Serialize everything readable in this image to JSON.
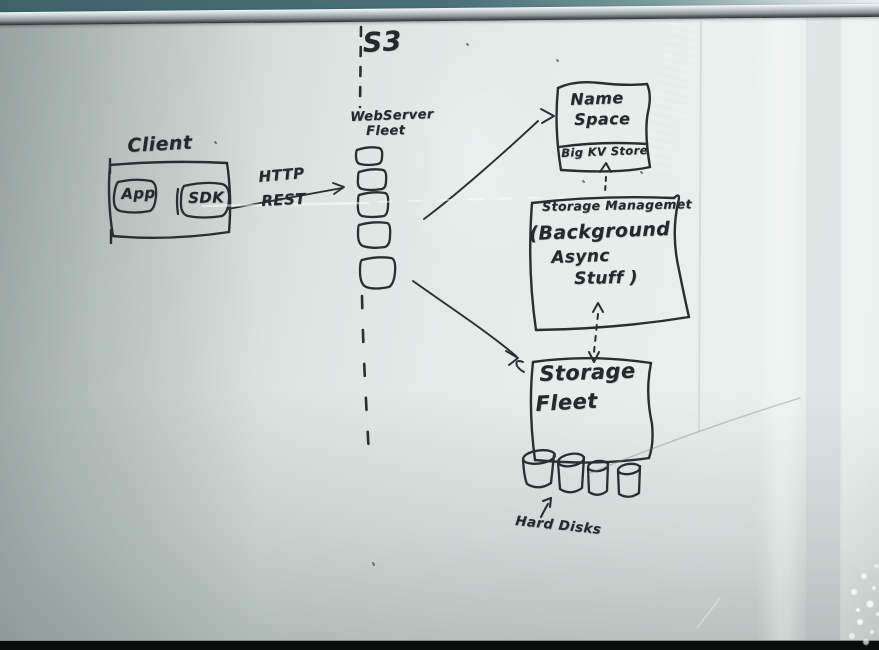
{
  "board": {
    "title": "S3",
    "client": {
      "label": "Client",
      "app": "App",
      "sdk": "SDK"
    },
    "link": {
      "http": "HTTP",
      "rest": "REST"
    },
    "webserver_fleet": {
      "name_line1": "WebServer",
      "name_line2": "Fleet",
      "server_count": 5
    },
    "name_space": {
      "name_line1": "Name",
      "name_line2": "Space",
      "store_note": "Big KV Store"
    },
    "storage_management": {
      "title": "Storage Managemet",
      "note_line1": "(Background",
      "note_line2": "Async",
      "note_line3": "Stuff )"
    },
    "storage_fleet": {
      "name_line1": "Storage",
      "name_line2": "Fleet",
      "disk_count": 4
    },
    "hard_disks": {
      "label": "Hard Disks"
    },
    "colors": {
      "marker": "#2b2e30",
      "board_light": "#e9f1ef",
      "board_dark": "#aab6b3",
      "top_strip": "#436a6f",
      "bottom_strip": "#0b0d0d"
    }
  }
}
